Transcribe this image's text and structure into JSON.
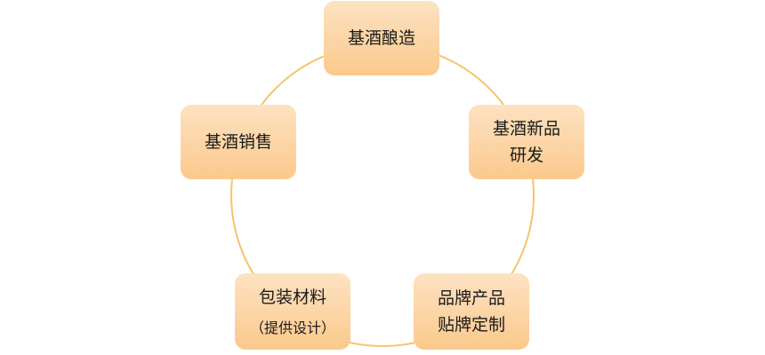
{
  "diagram": {
    "ring_color": "#f6c46a",
    "node_fill_top": "#fde2c2",
    "node_fill_bottom": "#fbc98c",
    "nodes": [
      {
        "lines": [
          "基酒酿造"
        ]
      },
      {
        "lines": [
          "基酒新品",
          "研发"
        ]
      },
      {
        "lines": [
          "品牌产品",
          "贴牌定制"
        ]
      },
      {
        "lines": [
          "包装材料"
        ],
        "sub": "（提供设计）"
      },
      {
        "lines": [
          "基酒销售"
        ]
      }
    ]
  }
}
